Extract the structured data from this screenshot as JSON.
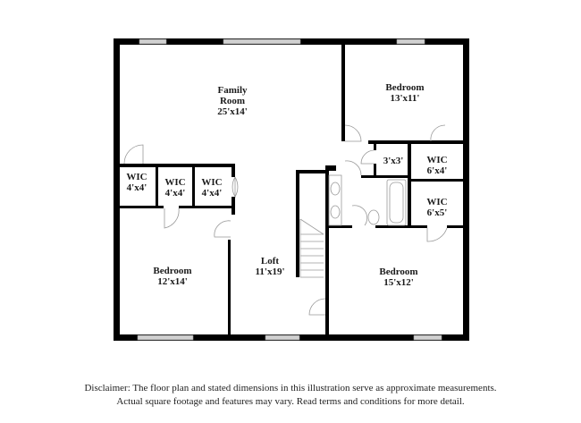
{
  "floor_plan": {
    "rooms": [
      {
        "id": "family-room",
        "name_line1": "Family",
        "name_line2": "Room",
        "dimensions": "25'x14'"
      },
      {
        "id": "bedroom-ne",
        "name": "Bedroom",
        "dimensions": "13'x11'"
      },
      {
        "id": "closet-3x3",
        "dimensions": "3'x3'"
      },
      {
        "id": "wic-6x4",
        "name": "WIC",
        "dimensions": "6'x4'"
      },
      {
        "id": "wic-6x5",
        "name": "WIC",
        "dimensions": "6'x5'"
      },
      {
        "id": "wic-left-1",
        "name": "WIC",
        "dimensions": "4'x4'"
      },
      {
        "id": "wic-left-2",
        "name": "WIC",
        "dimensions": "4'x4'"
      },
      {
        "id": "wic-left-3",
        "name": "WIC",
        "dimensions": "4'x4'"
      },
      {
        "id": "bedroom-sw",
        "name": "Bedroom",
        "dimensions": "12'x14'"
      },
      {
        "id": "loft",
        "name": "Loft",
        "dimensions": "11'x19'"
      },
      {
        "id": "bedroom-se",
        "name": "Bedroom",
        "dimensions": "15'x12'"
      }
    ],
    "colors": {
      "wall": "#000000",
      "window": "#d0d0d0",
      "fixture": "#9a9a9a"
    }
  },
  "disclaimer": {
    "line1": "Disclaimer: The floor plan and stated dimensions in this illustration serve as approximate measurements.",
    "line2": "Actual square footage and features may vary. Read terms and conditions for more detail."
  }
}
